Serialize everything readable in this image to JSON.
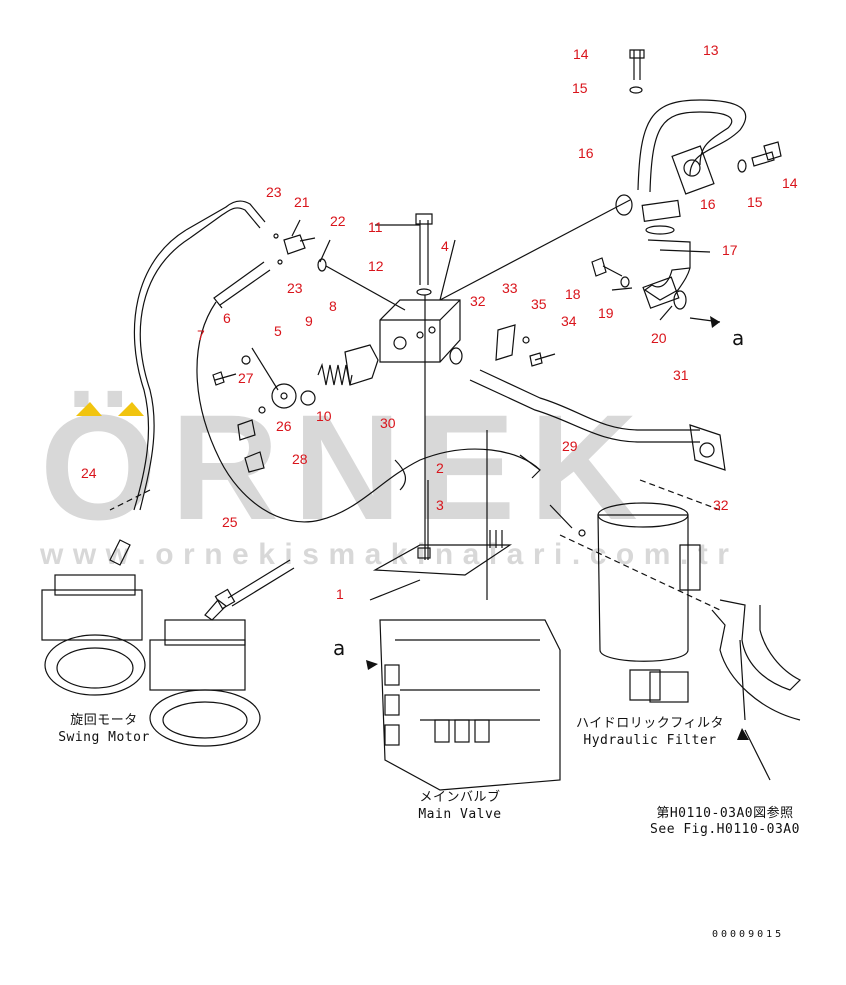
{
  "watermark": {
    "brand": "ÖRNEK",
    "url": "www.ornekismakinalari.com.tr",
    "accent_color": "#f1c40f"
  },
  "callouts": [
    "1",
    "2",
    "3",
    "4",
    "5",
    "6",
    "7",
    "8",
    "9",
    "10",
    "11",
    "12",
    "13",
    "14",
    "14",
    "15",
    "15",
    "16",
    "16",
    "17",
    "18",
    "19",
    "20",
    "21",
    "22",
    "23",
    "23",
    "24",
    "25",
    "26",
    "27",
    "28",
    "29",
    "30",
    "31",
    "32",
    "32",
    "33",
    "34",
    "35"
  ],
  "view_marker": {
    "left": "a",
    "right": "a"
  },
  "labels": {
    "swing_motor_jp": "旋回モータ",
    "swing_motor_en": "Swing Motor",
    "main_valve_jp": "メインバルブ",
    "main_valve_en": "Main Valve",
    "filter_jp": "ハイドロリックフィルタ",
    "filter_en": "Hydraulic Filter",
    "ref_jp": "第H0110-03A0図参照",
    "ref_en": "See Fig.H0110-03A0"
  },
  "drawing_number": "00009015",
  "colors": {
    "callout": "#d9141b",
    "line": "#111111",
    "watermark": "#d8d8d8"
  }
}
